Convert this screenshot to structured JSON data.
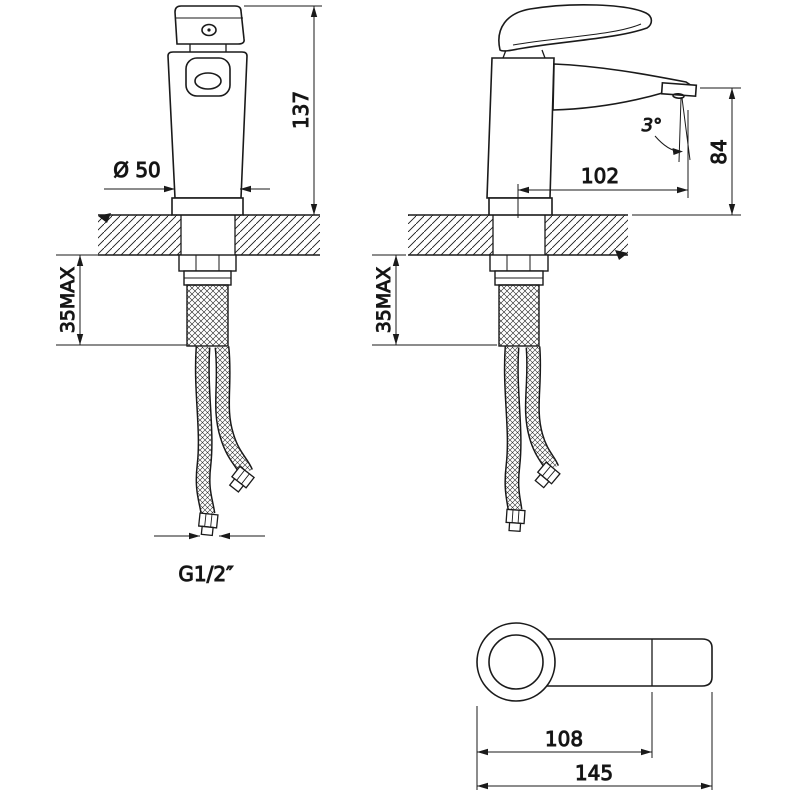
{
  "drawing": {
    "background": "#ffffff",
    "line_color": "#1a1a1a",
    "front_view": {
      "dim_diameter": "Ø 50",
      "dim_height": "137",
      "dim_depth": "35MAX",
      "dim_thread": "G1/2″"
    },
    "side_view": {
      "dim_reach": "102",
      "dim_spout_height": "84",
      "dim_angle": "3°",
      "dim_depth": "35MAX"
    },
    "top_view": {
      "dim_handle_length": "108",
      "dim_total_length": "145"
    }
  }
}
